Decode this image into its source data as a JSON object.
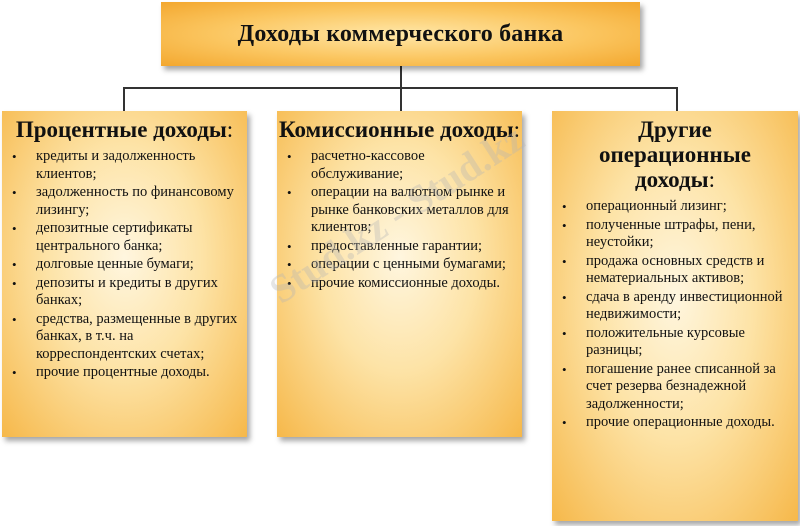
{
  "title": "Доходы коммерческого банка",
  "columns": [
    {
      "heading": "Процентные доходы",
      "colon": ":",
      "items": [
        "кредиты и задолженность клиентов;",
        "задолженность по финансовому лизингу;",
        "депозитные сертификаты центрального банка;",
        "долговые ценные бумаги;",
        "депозиты и кредиты в других банках;",
        "средства, размещенные в других банках, в т.ч. на корреспондентских счетах;",
        "прочие процентные доходы."
      ]
    },
    {
      "heading": "Комиссионные доходы",
      "colon": ":",
      "items": [
        "расчетно-кассовое обслуживание;",
        "операции на валютном рынке и рынке банковских металлов для клиентов;",
        "предоставленные гарантии;",
        "операции с ценными бумагами;",
        "прочие комиссионные доходы."
      ]
    },
    {
      "heading": "Другие операционные доходы",
      "colon": ":",
      "items": [
        "операционный лизинг;",
        "полученные штрафы, пени, неустойки;",
        "продажа основных средств и нематериальных активов;",
        "сдача в аренду инвестиционной недвижимости;",
        "положительные курсовые разницы;",
        "погашение ранее списанной за счет резерва безнадежной задолженности;",
        "прочие операционные доходы."
      ]
    }
  ],
  "watermark": "Stud.kz - Stud.kz"
}
